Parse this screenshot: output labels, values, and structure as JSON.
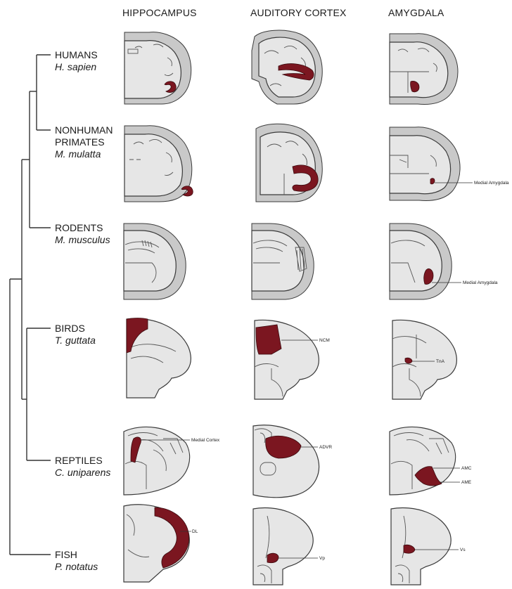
{
  "columns": [
    "HIPPOCAMPUS",
    "AUDITORY CORTEX",
    "AMYGDALA"
  ],
  "taxa": [
    {
      "common": [
        "HUMANS"
      ],
      "species": "H. sapien"
    },
    {
      "common": [
        "NONHUMAN",
        "PRIMATES"
      ],
      "species": "M. mulatta"
    },
    {
      "common": [
        "RODENTS"
      ],
      "species": "M. musculus"
    },
    {
      "common": [
        "BIRDS"
      ],
      "species": "T. guttata"
    },
    {
      "common": [
        "REPTILES"
      ],
      "species": "C. uniparens"
    },
    {
      "common": [
        "FISH"
      ],
      "species": "P. notatus"
    }
  ],
  "region_labels": {
    "primates_amygdala": "Medial Amygdala",
    "rodents_amygdala": "Medial Amygdala",
    "birds_auditory": "NCM",
    "birds_amygdala": "TnA",
    "reptiles_hippocampus": "Medial Cortex",
    "reptiles_auditory": "ADVR",
    "reptiles_amygdala_1": "AMC",
    "reptiles_amygdala_2": "AME",
    "fish_hippocampus": "DL",
    "fish_auditory": "Vp",
    "fish_amygdala": "Vs"
  },
  "colors": {
    "highlight": "#7b1620",
    "tissue": "#e6e6e6",
    "cortex": "#c9c9c9",
    "outline": "#3a3a3a"
  }
}
